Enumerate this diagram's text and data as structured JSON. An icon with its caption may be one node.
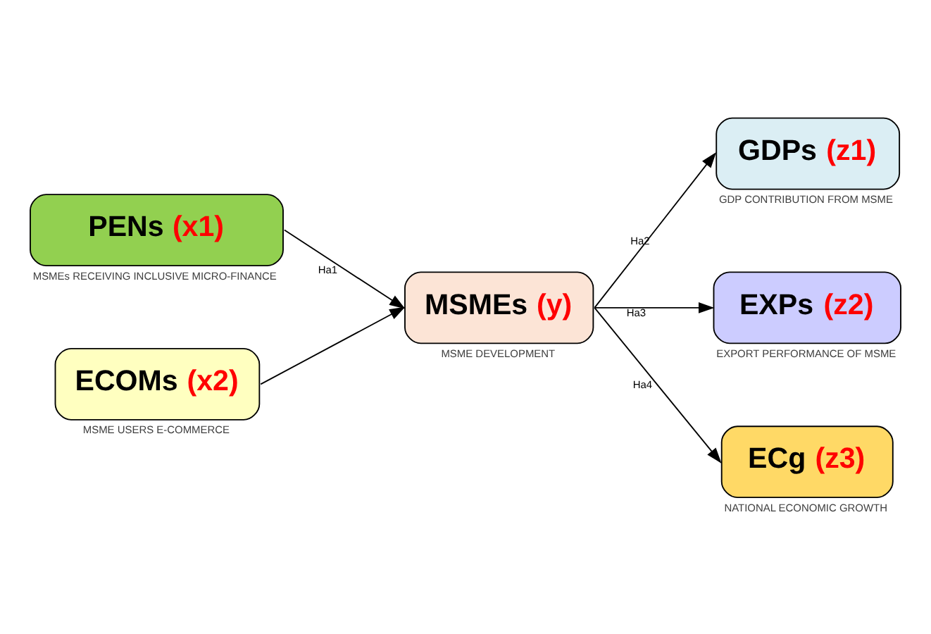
{
  "diagram": {
    "nodes": [
      {
        "text": [
          "PENs (x1)"
        ],
        "beside": [
          "MSMEs RECEIVING INCLUSIVE MICRO-FINANCE"
        ]
      },
      {
        "text": [
          "ECOMs (x2)"
        ],
        "beside": [
          "MSME USERS E-COMMERCE"
        ]
      },
      {
        "text": [
          "MSMEs (y)"
        ],
        "beside": [
          "MSME DEVELOPMENT"
        ]
      },
      {
        "text": [
          "GDPs (z1)"
        ],
        "beside": [
          "GDP CONTRIBUTION FROM MSME"
        ]
      },
      {
        "text": [
          "EXPs (z2)"
        ],
        "beside": [
          "EXPORT PERFORMANCE OF MSME"
        ]
      },
      {
        "text": [
          "ECg (z3)"
        ],
        "beside": [
          "NATIONAL ECONOMIC GROWTH"
        ]
      }
    ],
    "edges": [
      {
        "from": 0,
        "to": 2,
        "arrow": "to",
        "label": "Ha1"
      },
      {
        "from": 1,
        "to": 2,
        "arrow": "to"
      },
      {
        "from": 2,
        "to": 3,
        "arrow": "to",
        "label": "Ha2"
      },
      {
        "from": 2,
        "to": 4,
        "arrow": "to",
        "label": "Ha3"
      },
      {
        "from": 2,
        "to": 5,
        "arrow": "to",
        "label": "Ha4"
      }
    ]
  }
}
